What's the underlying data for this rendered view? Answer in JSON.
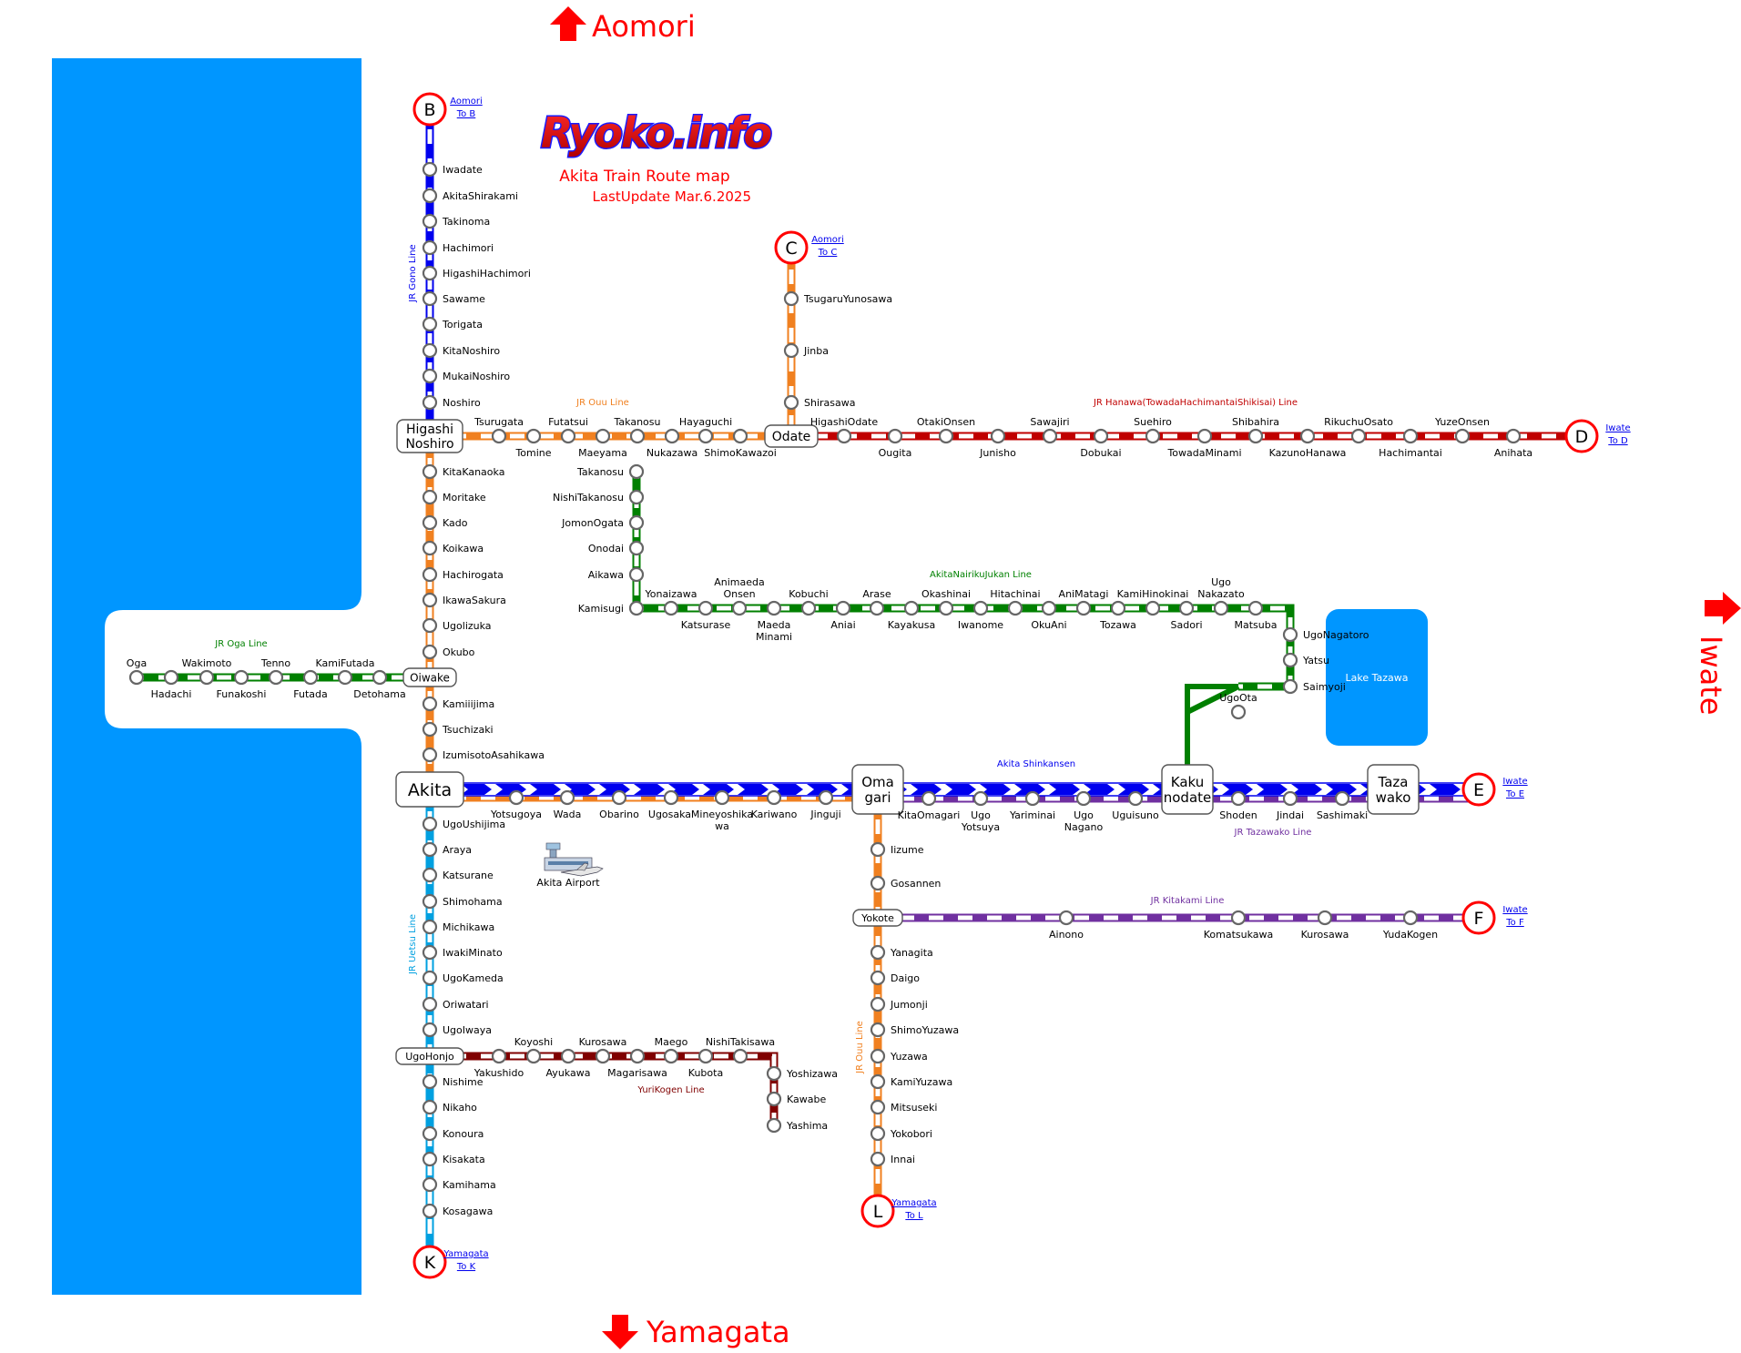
{
  "header": {
    "logo": "Ryoko.info",
    "title": "Akita Train Route map",
    "updated": "LastUpdate Mar.6.2025"
  },
  "directions": {
    "north": "Aomori",
    "south": "Yamagata",
    "east": "Iwate"
  },
  "lake": "Lake Tazawa",
  "airport": "Akita Airport",
  "colors": {
    "sea": "#0096ff",
    "gono": "#0000ee",
    "ouu": "#f08020",
    "hanawa": "#c00000",
    "nairiku": "#008000",
    "oga": "#008000",
    "shinkansen": "#0000ee",
    "tazawako": "#7030a0",
    "kitakami": "#7030a0",
    "uetsu": "#00a0e0",
    "yurikogen": "#800000"
  },
  "line_labels": {
    "gono": "JR Gono Line",
    "ouu_north": "JR Ouu Line",
    "ouu_south": "JR Ouu Line",
    "hanawa": "JR Hanawa(TowadaHachimantaiShikisai) Line",
    "nairiku": "AkitaNairikuJukan Line",
    "oga": "JR Oga Line",
    "shinkansen": "Akita Shinkansen",
    "tazawako": "JR Tazawako Line",
    "kitakami": "JR Kitakami Line",
    "uetsu": "JR Uetsu Line",
    "yurikogen": "YuriKogen Line"
  },
  "terminals": [
    {
      "letter": "B",
      "pref": "Aomori",
      "to": "To B"
    },
    {
      "letter": "C",
      "pref": "Aomori",
      "to": "To C"
    },
    {
      "letter": "D",
      "pref": "Iwate",
      "to": "To D"
    },
    {
      "letter": "E",
      "pref": "Iwate",
      "to": "To E"
    },
    {
      "letter": "F",
      "pref": "Iwate",
      "to": "To F"
    },
    {
      "letter": "K",
      "pref": "Yamagata",
      "to": "To K"
    },
    {
      "letter": "L",
      "pref": "Yamagata",
      "to": "To L"
    }
  ],
  "hubs": [
    "Higashi\nNoshiro",
    "Oiwake",
    "Akita",
    "Odate",
    "Oma\ngari",
    "Kaku\nnodate",
    "Taza\nwako",
    "Yokote",
    "UgoHonjo"
  ],
  "lines": {
    "gono": [
      "Iwadate",
      "AkitaShirakami",
      "Takinoma",
      "Hachimori",
      "HigashiHachimori",
      "Sawame",
      "Torigata",
      "KitaNoshiro",
      "MukaiNoshiro",
      "Noshiro"
    ],
    "ouu_north": [
      "Tsurugata",
      "Tomine",
      "Futatsui",
      "Maeyama",
      "Takanosu",
      "Nukazawa",
      "Hayaguchi",
      "ShimoKawazoi"
    ],
    "ouu_to_aomori": [
      "TsugaruYunosawa",
      "Jinba",
      "Shirasawa"
    ],
    "hanawa": [
      "HigashiOdate",
      "Ougita",
      "OtakiOnsen",
      "Junisho",
      "Sawajiri",
      "Dobukai",
      "Suehiro",
      "TowadaMinami",
      "Shibahira",
      "KazunoHanawa",
      "RikuchuOsato",
      "Hachimantai",
      "YuzeOnsen",
      "Anihata"
    ],
    "ouu_central": [
      "KitaKanaoka",
      "Moritake",
      "Kado",
      "Koikawa",
      "Hachirogata",
      "IkawaSakura",
      "Ugolizuka",
      "Okubo",
      "Kamiiijima",
      "Tsuchizaki",
      "IzumisotoAsahikawa"
    ],
    "nairiku_vertical": [
      "Takanosu",
      "NishiTakanosu",
      "JomonOgata",
      "Onodai",
      "Aikawa",
      "Kamisugi"
    ],
    "nairiku": [
      "Yonaizawa",
      "Katsurase",
      "Animaeda\nOnsen",
      "Maeda\nMinami",
      "Kobuchi",
      "Aniai",
      "Arase",
      "Kayakusa",
      "Okashinai",
      "Iwanome",
      "Hitachinai",
      "OkuAni",
      "AniMatagi",
      "Tozawa",
      "KamiHinokinai",
      "Sadori",
      "Ugo\nNakazato",
      "Matsuba"
    ],
    "nairiku_south": [
      "UgoNagatoro",
      "Yatsu",
      "Saimyoji",
      "UgoOta"
    ],
    "oga": [
      "Oga",
      "Hadachi",
      "Wakimoto",
      "Funakoshi",
      "Tenno",
      "Futada",
      "KamiFutada",
      "Detohama"
    ],
    "ouu_akita_omagari": [
      "Yotsugoya",
      "Wada",
      "Obarino",
      "Ugosakai",
      "Mineyoshika\nwa",
      "Kariwano",
      "Jinguji"
    ],
    "tazawako": [
      "KitaOmagari",
      "Ugo\nYotsuya",
      "Yariminai",
      "Ugo\nNagano",
      "Uguisuno",
      "Shoden",
      "Jindai",
      "Sashimaki"
    ],
    "ouu_south": [
      "Iizume",
      "Gosannen",
      "Yanagita",
      "Daigo",
      "Jumonji",
      "ShimoYuzawa",
      "Yuzawa",
      "KamiYuzawa",
      "Mitsuseki",
      "Yokobori",
      "Innai"
    ],
    "kitakami": [
      "Ainono",
      "Komatsukawa",
      "Kurosawa",
      "YudaKogen"
    ],
    "uetsu": [
      "UgoUshijima",
      "Araya",
      "Katsurane",
      "Shimohama",
      "Michikawa",
      "IwakiMinato",
      "UgoKameda",
      "Oriwatari",
      "UgoIwaya",
      "Nishime",
      "Nikaho",
      "Konoura",
      "Kisakata",
      "Kamihama",
      "Kosagawa"
    ],
    "yurikogen": [
      "Yakushido",
      "Koyoshi",
      "Ayukawa",
      "Kurosawa",
      "Magarisawa",
      "Maego",
      "Kubota",
      "NishiTakisawa",
      "Yoshizawa",
      "Kawabe",
      "Yashima"
    ]
  }
}
